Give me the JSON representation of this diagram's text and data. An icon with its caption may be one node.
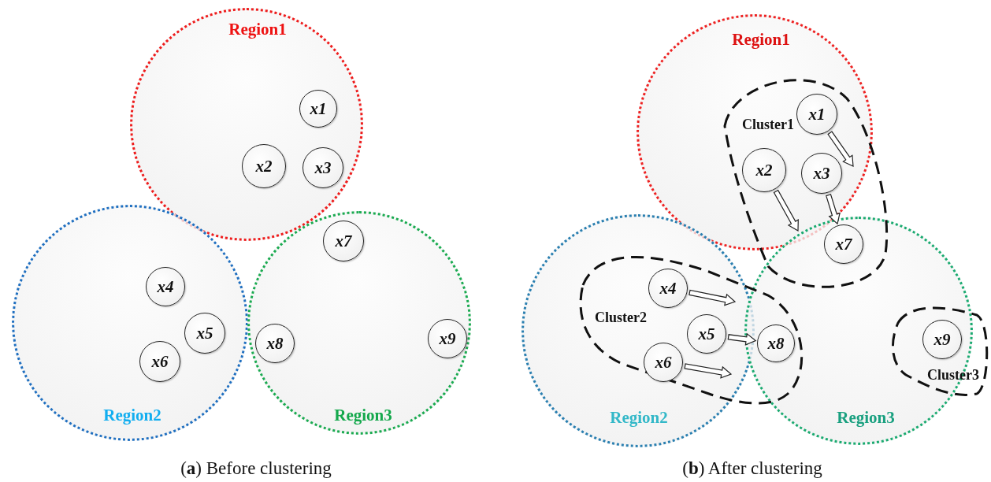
{
  "diagram": {
    "nodes": [
      {
        "text": [
          "Region1"
        ]
      },
      {
        "text": [
          "x1"
        ],
        "in": 0
      },
      {
        "text": [
          "x2"
        ],
        "in": 0
      },
      {
        "text": [
          "x3"
        ],
        "in": 0
      },
      {
        "text": [
          "Region2"
        ]
      },
      {
        "text": [
          "x4"
        ],
        "in": 4
      },
      {
        "text": [
          "x5"
        ],
        "in": 4
      },
      {
        "text": [
          "x6"
        ],
        "in": 4
      },
      {
        "text": [
          "Region3"
        ]
      },
      {
        "text": [
          "x7"
        ],
        "in": 8
      },
      {
        "text": [
          "x8"
        ],
        "in": 8
      },
      {
        "text": [
          "x9"
        ],
        "in": 8
      },
      {
        "text": [
          "Region1"
        ]
      },
      {
        "text": [
          "Region2"
        ]
      },
      {
        "text": [
          "Region3"
        ]
      },
      {
        "text": [
          "Cluster1"
        ]
      },
      {
        "text": [
          "x1"
        ]
      },
      {
        "text": [
          "x2"
        ]
      },
      {
        "text": [
          "x3"
        ]
      },
      {
        "text": [
          "x7"
        ]
      },
      {
        "text": [
          "Cluster2"
        ]
      },
      {
        "text": [
          "x4"
        ]
      },
      {
        "text": [
          "x5"
        ]
      },
      {
        "text": [
          "x6"
        ]
      },
      {
        "text": [
          "x8"
        ]
      },
      {
        "text": [
          "Cluster3"
        ]
      },
      {
        "text": [
          "x9"
        ],
        "in": 25
      }
    ],
    "edges": [
      {
        "from": 16,
        "to": null,
        "arrow": "to"
      },
      {
        "from": 17,
        "to": null,
        "arrow": "to"
      },
      {
        "from": 18,
        "to": 19,
        "arrow": "to"
      },
      {
        "from": 21,
        "to": null,
        "arrow": "to"
      },
      {
        "from": 22,
        "to": 24,
        "arrow": "to"
      },
      {
        "from": 23,
        "to": null,
        "arrow": "to"
      }
    ],
    "labels": [
      "(**a**) Before clustering",
      "(**b**) After clustering"
    ]
  }
}
